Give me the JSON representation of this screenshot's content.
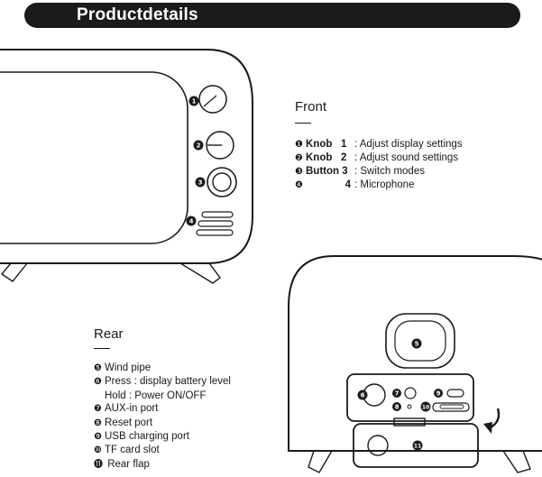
{
  "header": {
    "title": "Productdetails"
  },
  "front": {
    "title": "Front",
    "items": [
      {
        "num": "❶",
        "part": "Knob",
        "idx": "1",
        "desc": ": Adjust display settings"
      },
      {
        "num": "❷",
        "part": "Knob",
        "idx": "2",
        "desc": ": Adjust sound settings"
      },
      {
        "num": "❸",
        "part": "Button",
        "idx": "3",
        "desc": ": Switch modes"
      },
      {
        "num": "❹",
        "part": "",
        "idx": "4",
        "desc": ": Microphone"
      }
    ]
  },
  "rear": {
    "title": "Rear",
    "items": [
      {
        "num": "❺",
        "text": "Wind  pipe"
      },
      {
        "num": "❻",
        "text": "Press : display  battery  level"
      },
      {
        "num": "",
        "text": "Hold   : Power  ON/OFF"
      },
      {
        "num": "❼",
        "text": "AUX-in port"
      },
      {
        "num": "❽",
        "text": "Reset port"
      },
      {
        "num": "❾",
        "text": "USB charging port"
      },
      {
        "num": "❿",
        "text": "TF card slot"
      },
      {
        "num": "⓫",
        "text": " Rear flap"
      }
    ]
  },
  "callouts": [
    "1",
    "2",
    "3",
    "4",
    "5",
    "6",
    "7",
    "8",
    "9",
    "10",
    "11"
  ],
  "colors": {
    "ink": "#1a1a1a",
    "header_bg": "#1b1b1b",
    "header_text": "#ffffff"
  }
}
